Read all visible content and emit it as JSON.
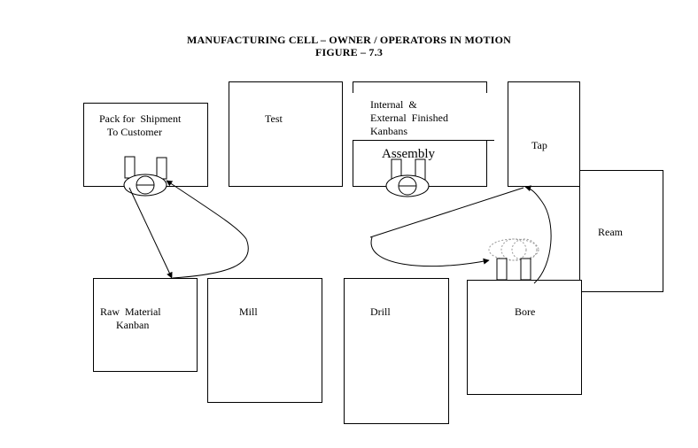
{
  "figure": {
    "title_line1": "MANUFACTURING CELL – OWNER / OPERATORS  IN  MOTION",
    "title_line2": "FIGURE – 7.3"
  },
  "stations": {
    "pack": "Pack for  Shipment\n   To Customer",
    "test": "Test",
    "kanbans": "Internal  &\nExternal  Finished\nKanbans",
    "assembly": "Assembly",
    "tap": "Tap",
    "ream": "Ream",
    "raw_material": "Raw  Material\n      Kanban",
    "mill": "Mill",
    "drill": "Drill",
    "bore": "Bore"
  }
}
